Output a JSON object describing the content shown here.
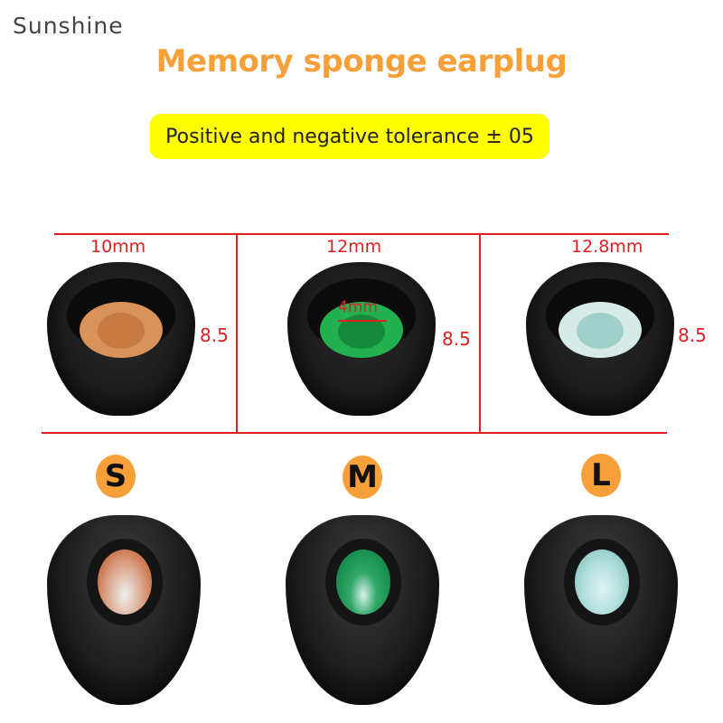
{
  "brand": "Sunshine",
  "title": "Memory sponge earplug",
  "tolerance_label": "Positive and negative tolerance ± 05",
  "colors": {
    "title_orange": "#f7a03a",
    "highlight_yellow": "#ffff00",
    "dimension_red": "#e02020",
    "badge_orange": "#f7a03a"
  },
  "sizes": [
    {
      "label": "S",
      "width": "10mm",
      "height": "8.5",
      "core_color": "#d9935a",
      "core_inner_color": "#c77a42",
      "side_hole_color": "#d98a66",
      "inner_label": ""
    },
    {
      "label": "M",
      "width": "12mm",
      "height": "8.5",
      "core_color": "#22b050",
      "core_inner_color": "#168a3a",
      "side_hole_color": "#1e9a55",
      "inner_label": "4mm"
    },
    {
      "label": "L",
      "width": "12.8mm",
      "height": "8.5",
      "core_color": "#cfe6e4",
      "core_inner_color": "#9fcfc8",
      "side_hole_color": "#a9d8d6",
      "inner_label": ""
    }
  ]
}
